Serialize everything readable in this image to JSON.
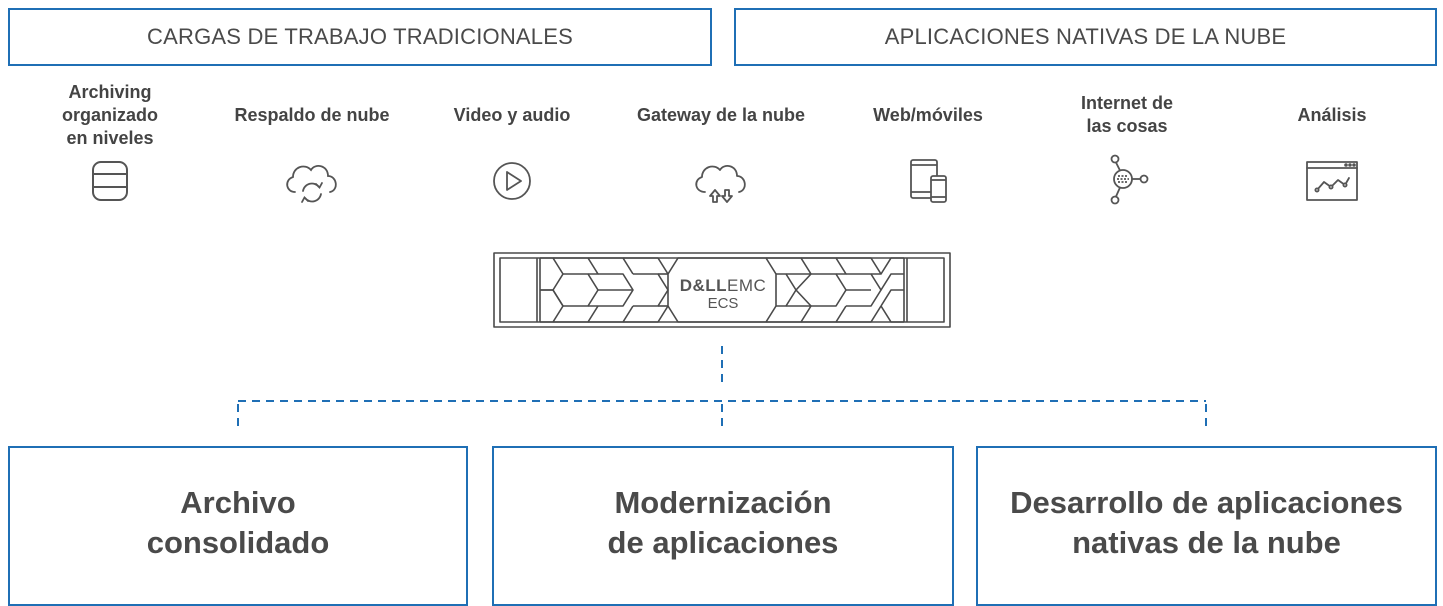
{
  "header": {
    "left": "CARGAS DE TRABAJO TRADICIONALES",
    "right": "APLICACIONES NATIVAS DE LA NUBE"
  },
  "use_cases": [
    {
      "label": "Archiving\norganizado\nen niveles",
      "icon": "database-icon"
    },
    {
      "label": "Respaldo de nube",
      "icon": "cloud-sync-icon"
    },
    {
      "label": "Video y audio",
      "icon": "play-icon"
    },
    {
      "label": "Gateway de la nube",
      "icon": "cloud-transfer-icon"
    },
    {
      "label": "Web/móviles",
      "icon": "devices-icon"
    },
    {
      "label": "Internet de\nlas cosas",
      "icon": "iot-network-icon"
    },
    {
      "label": "Análisis",
      "icon": "analytics-window-icon"
    }
  ],
  "appliance": {
    "brand_bold": "D&LL",
    "brand_light": "EMC",
    "product": "ECS"
  },
  "solutions": [
    "Archivo\nconsolidado",
    "Modernización\nde aplicaciones",
    "Desarrollo de aplicaciones\nnativas de la nube"
  ],
  "colors": {
    "accent": "#1f6fb5",
    "text": "#4a4a4a",
    "icon": "#555555"
  }
}
